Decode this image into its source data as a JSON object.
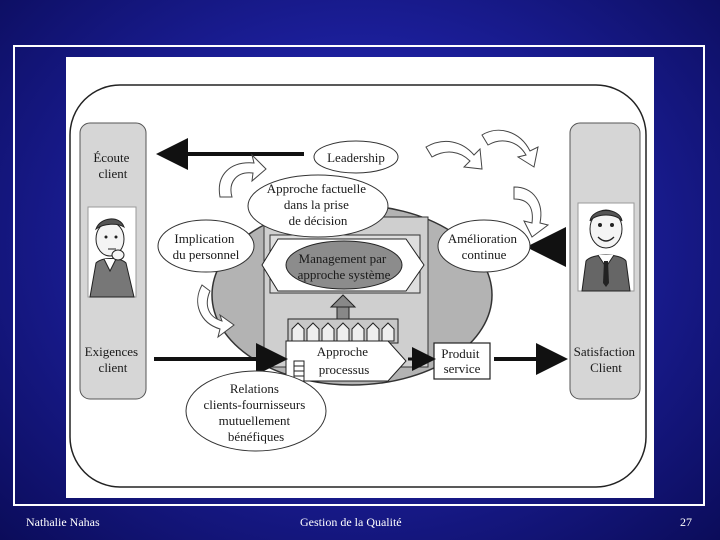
{
  "diagram": {
    "left_column": {
      "top": [
        "Écoute",
        "client"
      ],
      "bottom": [
        "Exigences",
        "client"
      ]
    },
    "right_column": {
      "bottom": [
        "Satisfaction",
        "Client"
      ]
    },
    "leadership": [
      "Leadership"
    ],
    "approche_factuelle": [
      "Approche factuelle",
      "dans la prise",
      "de décision"
    ],
    "implication": [
      "Implication",
      "du personnel"
    ],
    "amelioration": [
      "Amélioration",
      "continue"
    ],
    "management": [
      "Management par",
      "approche système"
    ],
    "approche_processus": [
      "Approche",
      "processus"
    ],
    "produit": [
      "Produit",
      "service"
    ],
    "relations": [
      "Relations",
      "clients-fournisseurs",
      "mutuellement",
      "bénéfiques"
    ]
  },
  "footer": {
    "author": "Nathalie Nahas",
    "course": "Gestion de la Qualité",
    "page": "27"
  }
}
